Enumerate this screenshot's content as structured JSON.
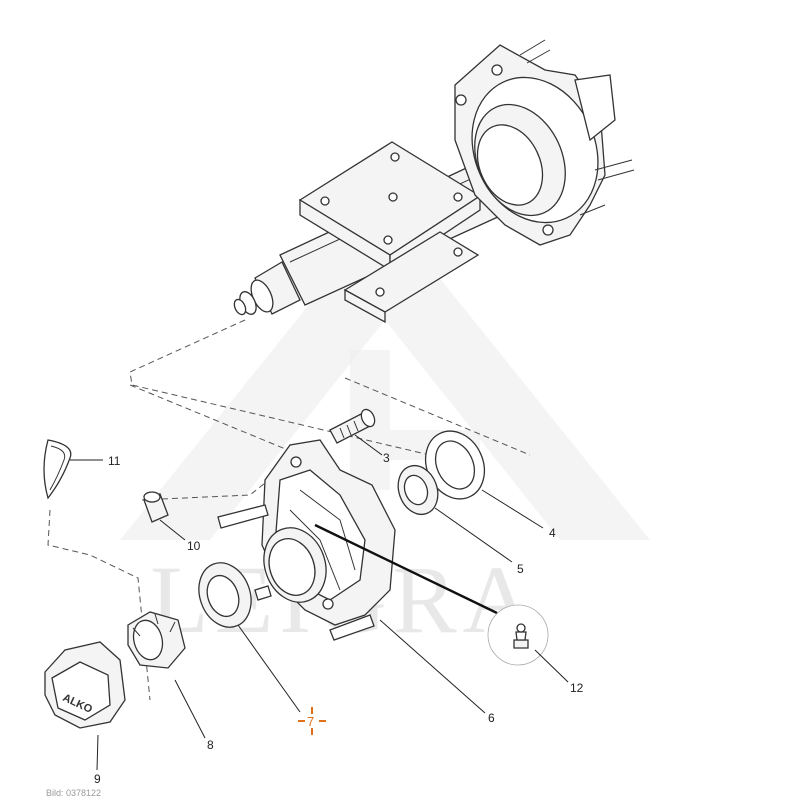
{
  "watermark": {
    "text": "LEIGRA",
    "color": "#e6e6e6"
  },
  "callouts": [
    {
      "id": "3",
      "label": "3"
    },
    {
      "id": "4",
      "label": "4"
    },
    {
      "id": "5",
      "label": "5"
    },
    {
      "id": "6",
      "label": "6"
    },
    {
      "id": "7",
      "label": "7",
      "highlighted": true,
      "highlight_color": "#e0701a"
    },
    {
      "id": "8",
      "label": "8"
    },
    {
      "id": "9",
      "label": "9"
    },
    {
      "id": "10",
      "label": "10"
    },
    {
      "id": "11",
      "label": "11"
    },
    {
      "id": "12",
      "label": "12"
    }
  ],
  "image_id": "Bild: 0378122",
  "icons": {
    "axle": "axle-assembly-icon",
    "hub": "wheel-hub-icon",
    "cap": "hub-cap-icon",
    "nut": "castle-nut-icon"
  }
}
